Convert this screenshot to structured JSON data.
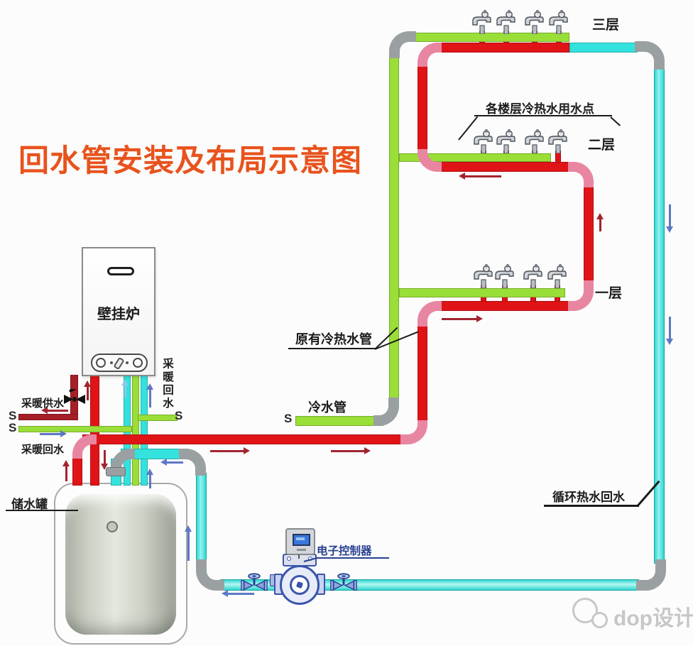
{
  "title": "回水管安装及布局示意图",
  "floors": {
    "f3": "三层",
    "f2": "二层",
    "f1": "一层"
  },
  "labels": {
    "usage_points": "各楼层冷热水用水点",
    "original_pipes": "原有冷热水管",
    "cold_pipe": "冷水管",
    "boiler": "壁挂炉",
    "heating_supply": "采暖供水",
    "heating_return": "采暖回水",
    "boiler_return_vertical": "采暖回水",
    "tank": "储水罐",
    "controller": "电子控制器",
    "circulation_return": "循环热水回水"
  },
  "symbols": {
    "pipe_break": "S"
  },
  "watermark": {
    "text": "dop设计"
  },
  "equipment_counts": {
    "floors": 3,
    "faucets_per_floor": 4,
    "valves_on_return_line": 2
  },
  "colors": {
    "hot": "#e01417",
    "cold": "#9ade38",
    "return": "#33e2dd",
    "supply": "#a51e28",
    "elbow_pink": "#e886a2",
    "fitting_gray": "#9aa0a2",
    "title": "#e8531d",
    "label": "#1b1b1b",
    "navy": "#27418f",
    "arrow_red": "#a22430",
    "arrow_blue": "#5d78c5",
    "arrow_lightblue": "#85cbe8",
    "watermark": "#c7c7c7"
  }
}
